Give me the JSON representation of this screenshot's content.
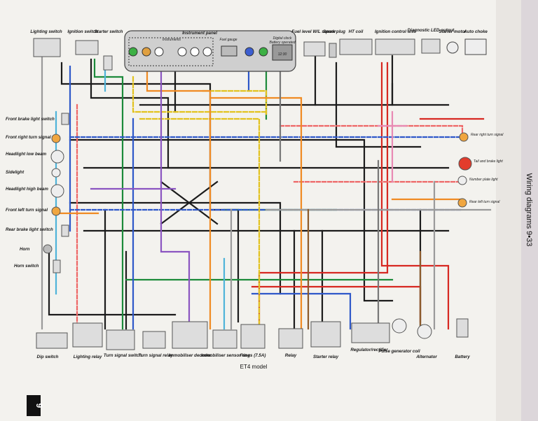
{
  "labels": {
    "lighting_switch": "Lighting switch",
    "ignition_switch": "Ignition switch",
    "starter_switch": "Starter switch",
    "instrument_panel": "Instrument panel",
    "instruments": "Instruments",
    "fuel_gauge": "Fuel gauge",
    "digital_clock": "Digital clock",
    "battery_operated": "Battery operated",
    "clock_display": "12:30",
    "fuel_level_sensor": "Fuel level W/L sensor",
    "spark_plug": "Spark plug",
    "ht_coil": "HT coil",
    "ignition_control_unit": "Ignition control unit",
    "diagnostic_led": "Diagnostic LED output",
    "starter_motor": "Starter motor",
    "auto_choke": "Auto choke",
    "front_brake_switch": "Front brake light switch",
    "front_right_turn": "Front right turn signal",
    "headlight_low": "Headlight low beam",
    "sidelight": "Sidelight",
    "headlight_high": "Headlight high beam",
    "front_left_turn": "Front left turn signal",
    "rear_brake_switch": "Rear brake light switch",
    "horn": "Horn",
    "horn_switch": "Horn switch",
    "rear_right_turn": "Rear right turn signal",
    "tail_brake_light": "Tail and brake light",
    "number_plate_light": "Number plate light",
    "rear_left_turn": "Rear left turn signal",
    "dip_switch": "Dip switch",
    "lighting_relay": "Lighting relay",
    "turn_signal_switch": "Turn signal switch",
    "turn_signal_relay": "Turn signal relay",
    "immobiliser_decoder": "Immobiliser decoder",
    "immobiliser_sensor_ring": "Immobiliser sensor ring",
    "fuses": "Fuses (7.5A)",
    "relay": "Relay",
    "starter_relay": "Starter relay",
    "regulator_rectifier": "Regulator/rectifier",
    "pulse_generator_coil": "Pulse generator coil",
    "alternator": "Alternator",
    "battery": "Battery"
  },
  "caption": "ET4 model",
  "side_header": "Wiring diagrams 9•33",
  "page_number": "9"
}
